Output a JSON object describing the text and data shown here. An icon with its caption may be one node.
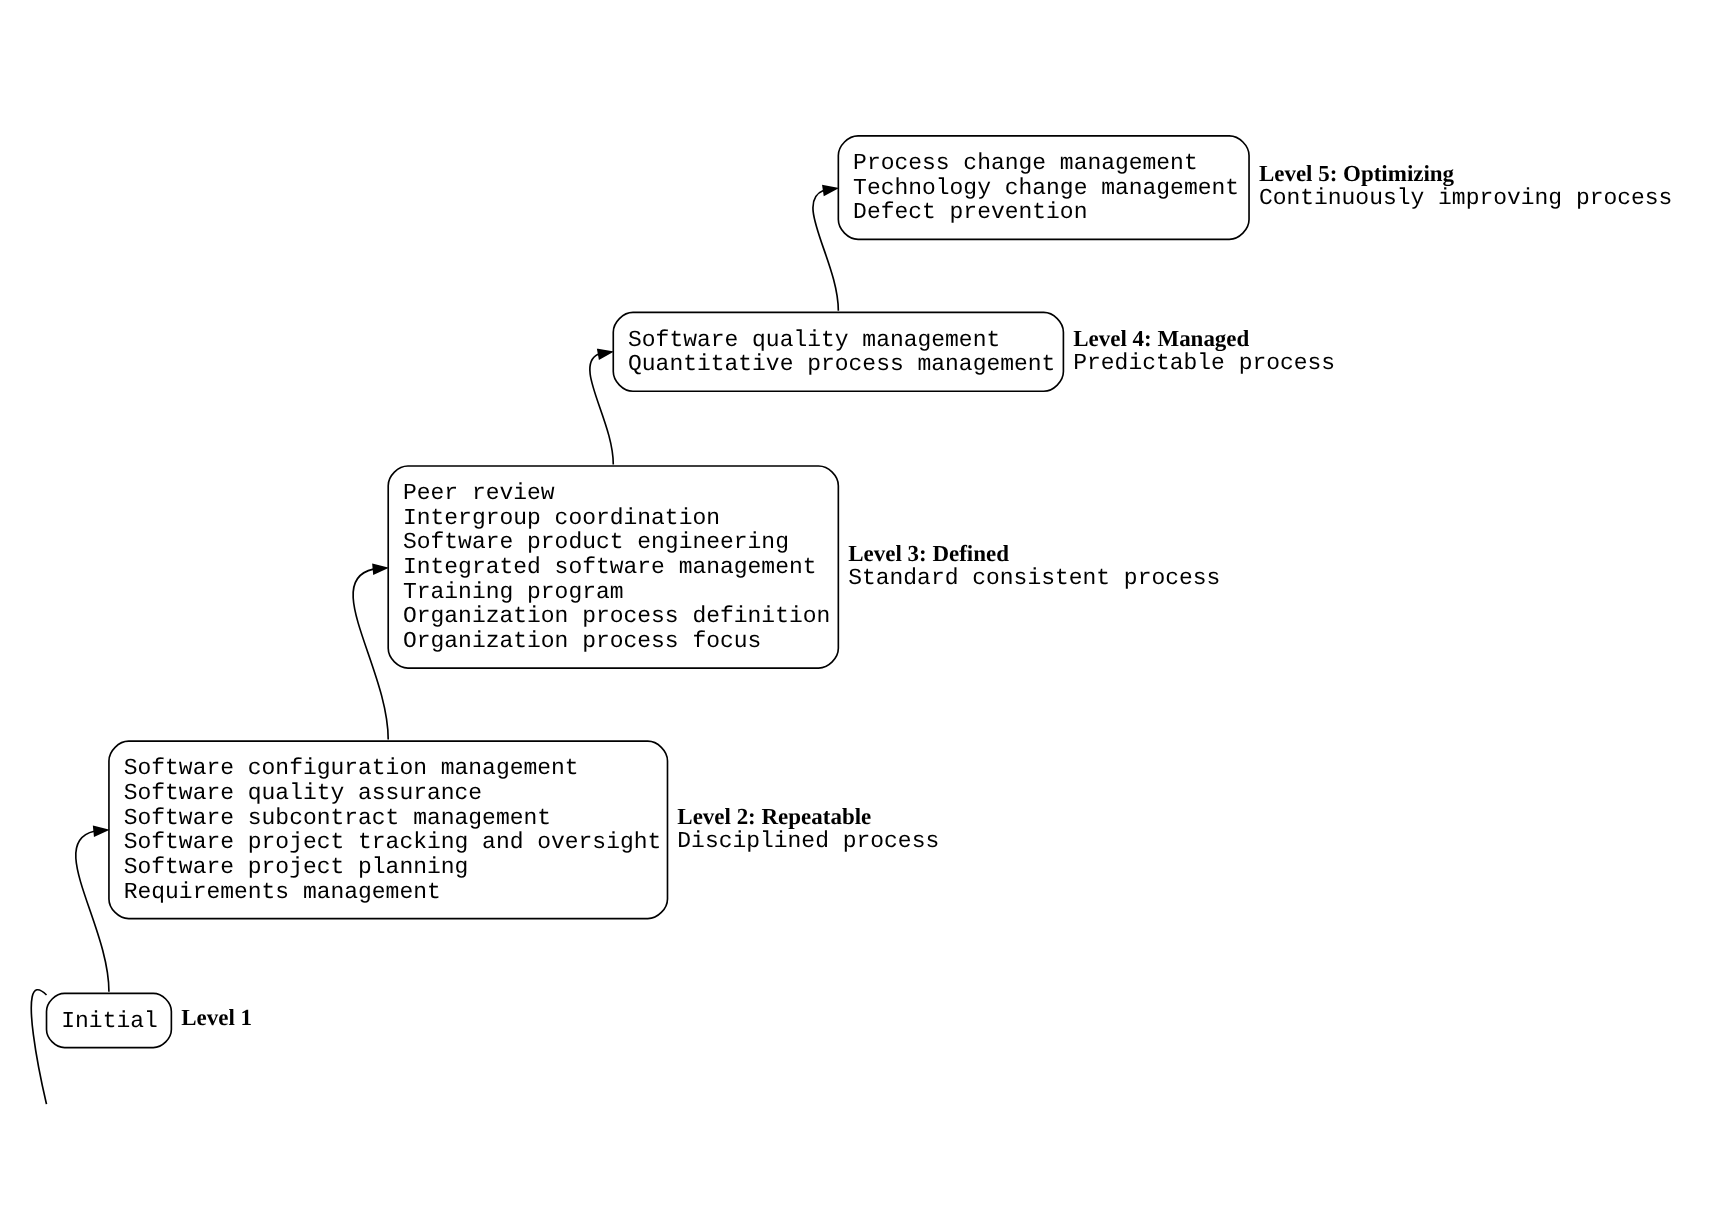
{
  "diagram": {
    "nodes": [
      {
        "text": [
          "Process change management",
          "Technology change management",
          "Defect prevention"
        ],
        "beside": [
          "Level 5: Optimizing",
          "Continuously improving process"
        ]
      },
      {
        "text": [
          "Software quality management",
          "Quantitative process management"
        ],
        "beside": [
          "Level 4: Managed",
          "Predictable process"
        ]
      },
      {
        "text": [
          "Peer review",
          "Intergroup coordination",
          "Software product engineering",
          "Integrated software management",
          "Training program",
          "Organization process definition",
          "Organization process focus"
        ],
        "beside": [
          "Level 3: Defined",
          "Standard consistent process"
        ]
      },
      {
        "text": [
          "Software configuration management",
          "Software quality assurance",
          "Software subcontract management",
          "Software project tracking and oversight",
          "Software project planning",
          "Requirements management"
        ],
        "beside": [
          "Level 2: Repeatable",
          "Disciplined process"
        ]
      },
      {
        "text": [
          "Initial"
        ],
        "beside": [
          "Level 1"
        ]
      }
    ],
    "edges": [
      {
        "from": null,
        "to": 4,
        "arrow": "none"
      },
      {
        "from": 4,
        "to": 3,
        "arrow": "to"
      },
      {
        "from": 3,
        "to": 2,
        "arrow": "to"
      },
      {
        "from": 2,
        "to": 1,
        "arrow": "to"
      },
      {
        "from": 1,
        "to": 0,
        "arrow": "to"
      }
    ]
  }
}
